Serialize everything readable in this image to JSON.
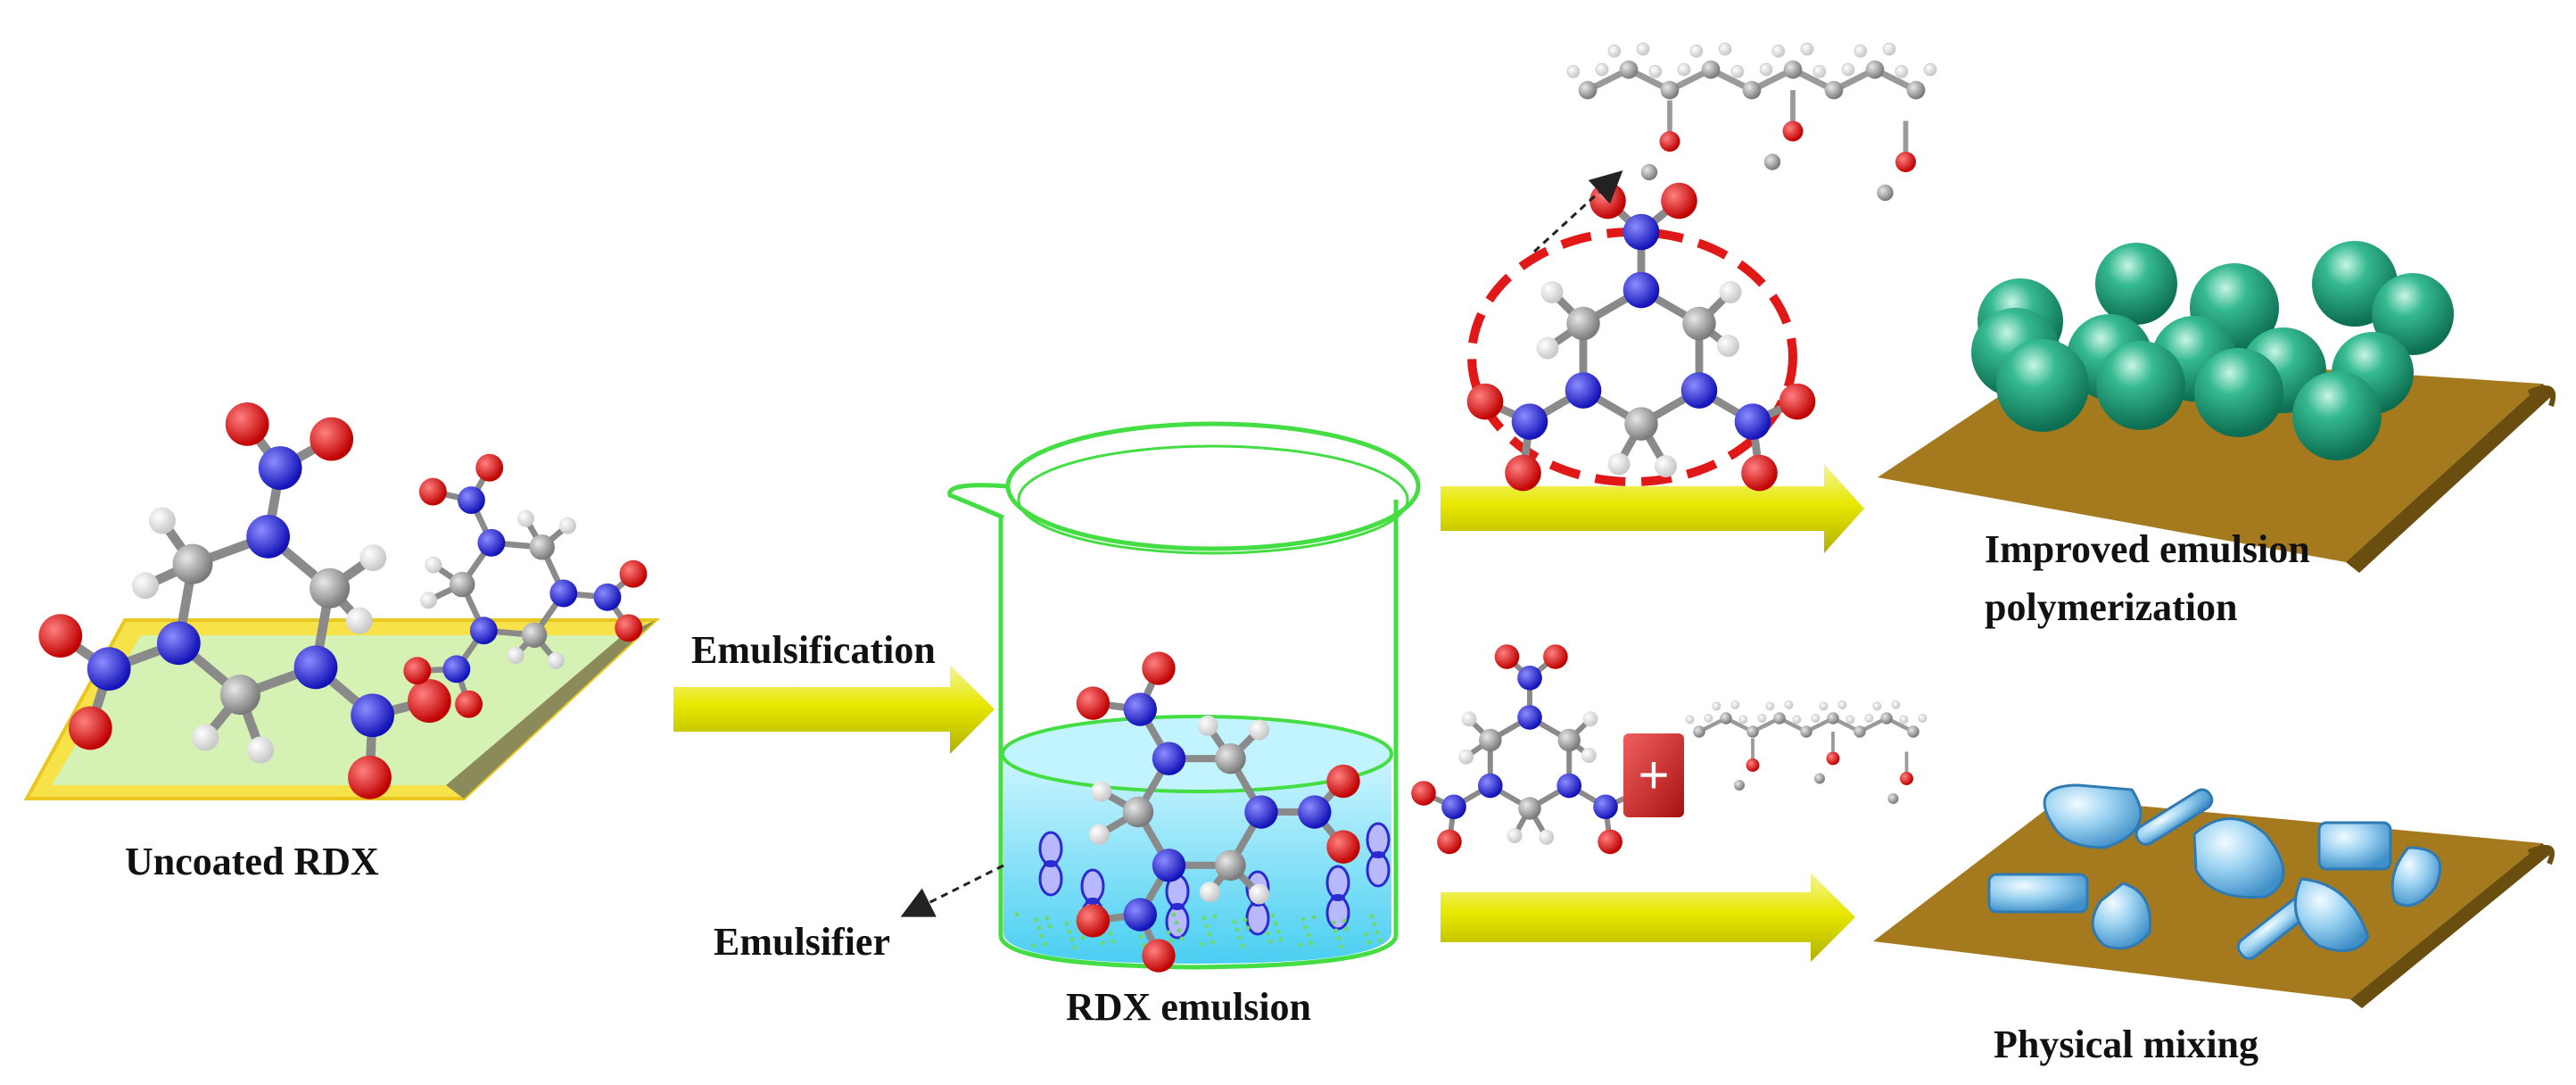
{
  "labels": {
    "uncoated": "Uncoated RDX",
    "emulsification": "Emulsification",
    "emulsifier": "Emulsifier",
    "rdx_emulsion": "RDX emulsion",
    "improved_line1": "Improved emulsion",
    "improved_line2": "polymerization",
    "physical_mixing": "Physical mixing",
    "plus": "+"
  },
  "colors": {
    "arrow": "#e8e800",
    "beaker": "#44dd44",
    "liquid": "#8fe6ff",
    "tray_green": "#d4f0b0",
    "tray_frame": "#f6e14a",
    "plate": "#a57a1e",
    "sphere": "#1f9e7a",
    "particle": "#7cc4ee",
    "dashed_circle": "#e01818",
    "nitrogen": "#2323d8",
    "oxygen": "#e01010",
    "carbon": "#a0a0a0",
    "hydrogen": "#f2f2f2",
    "plus_box": "#d02020"
  }
}
